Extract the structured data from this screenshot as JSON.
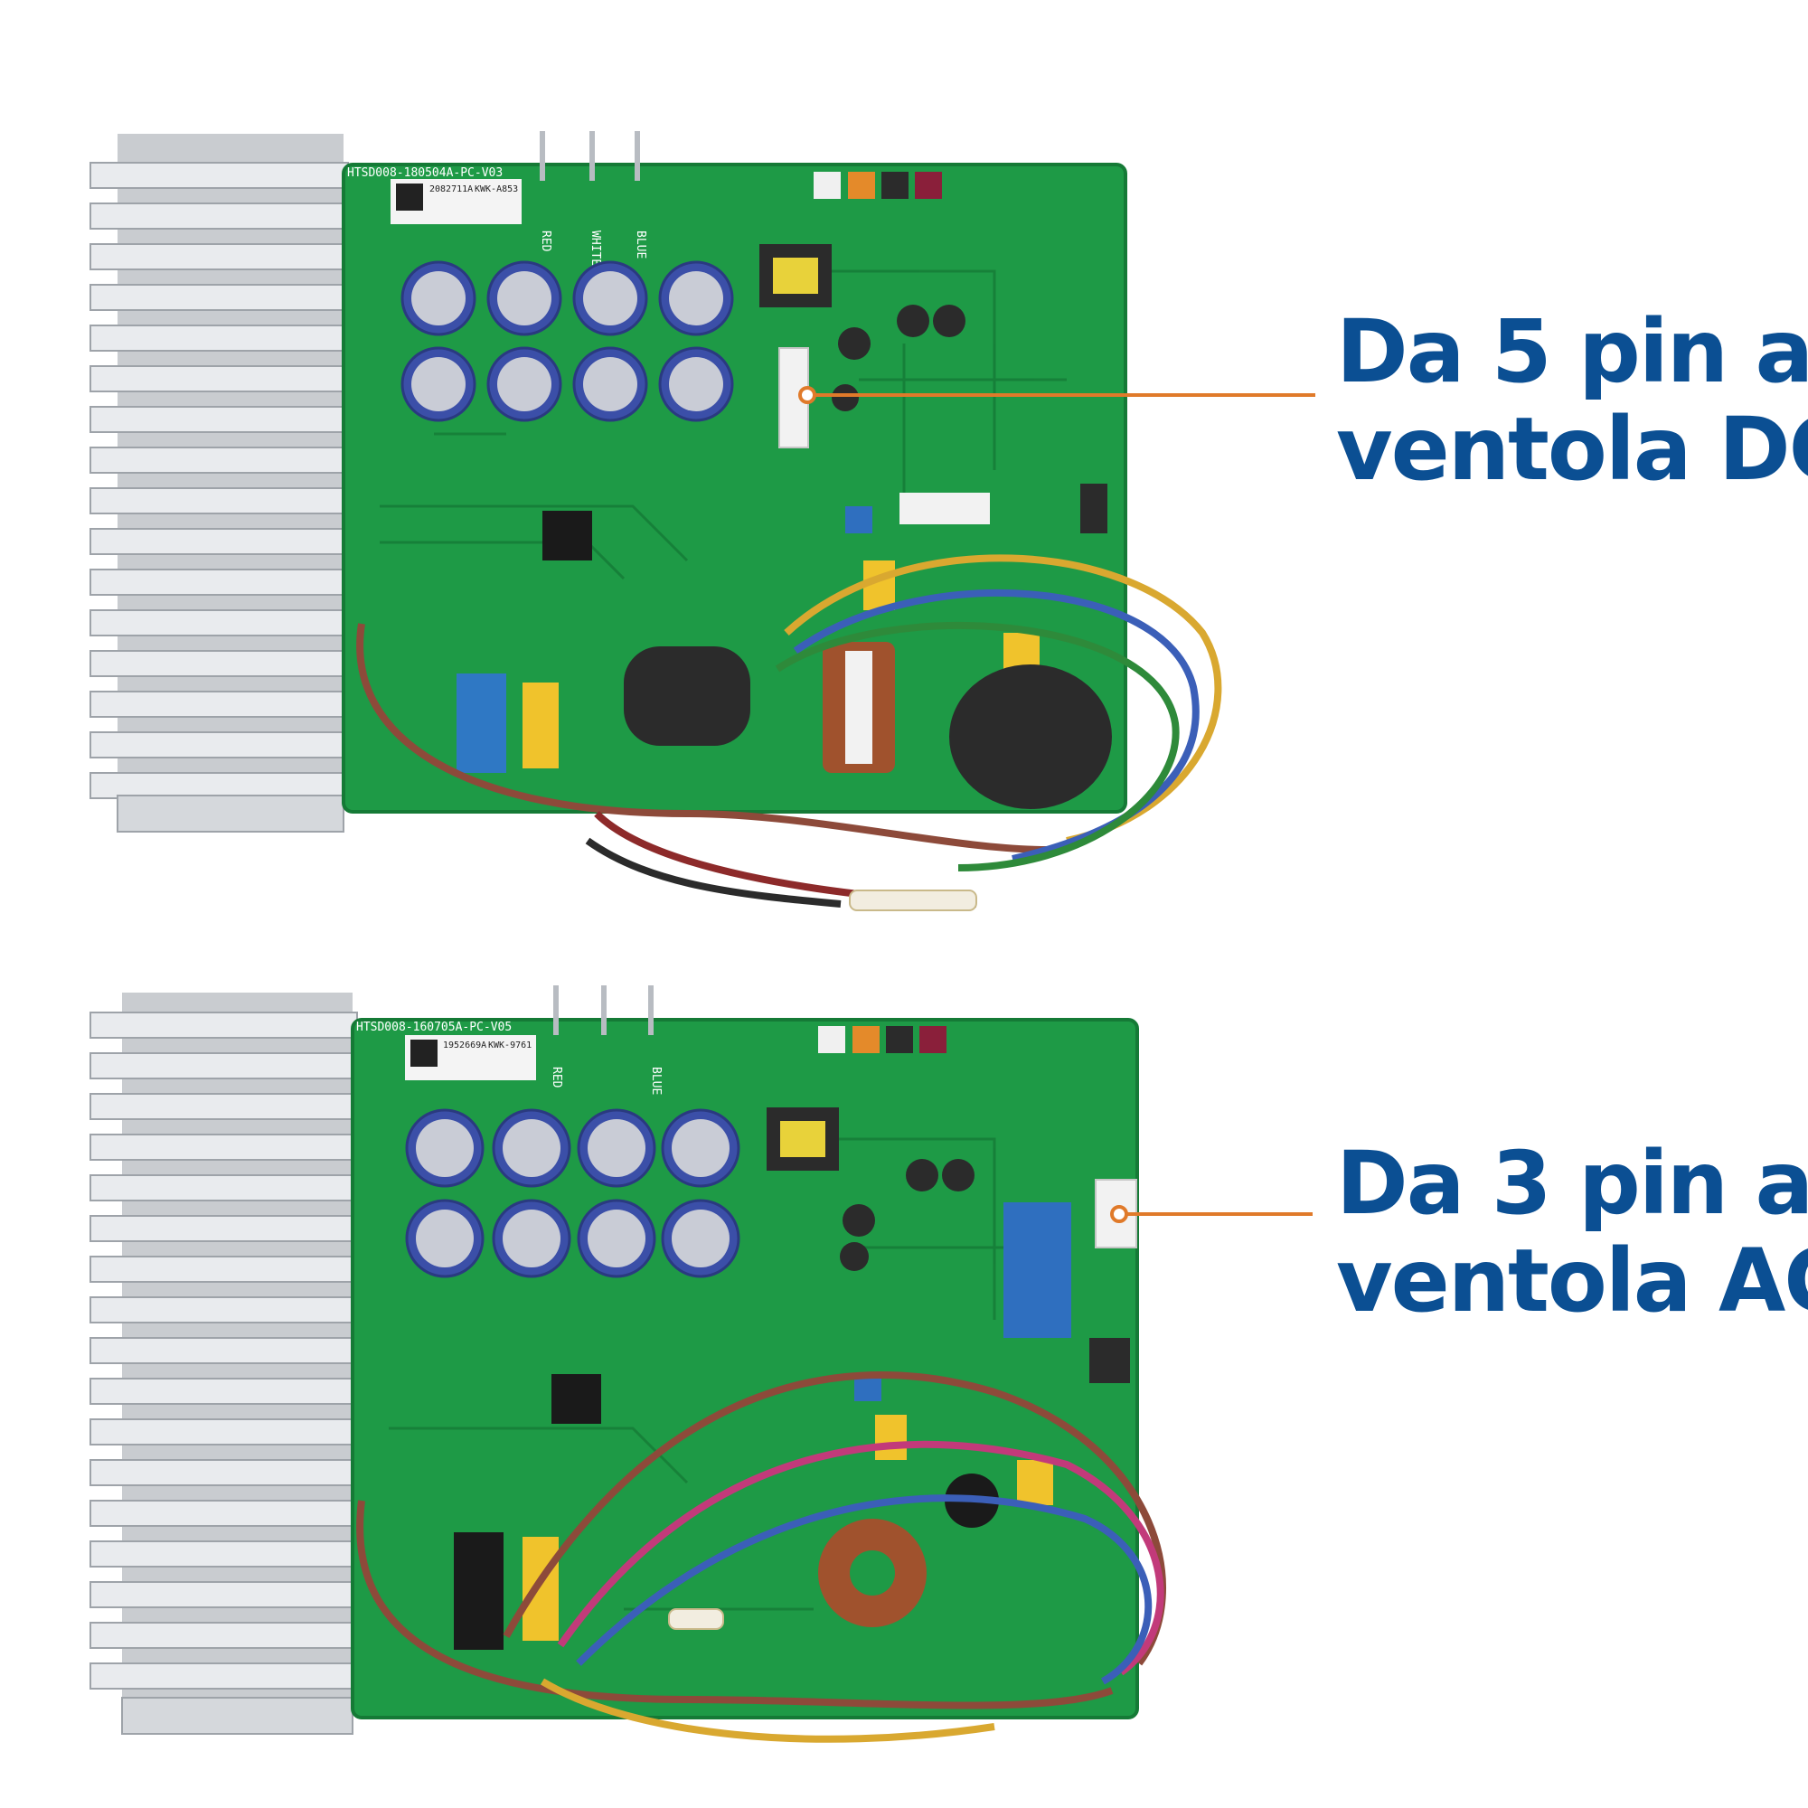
{
  "callouts": {
    "top": {
      "line1": "Da 5 pin a",
      "line2": "ventola DC"
    },
    "bottom": {
      "line1": "Da 3 pin a",
      "line2": "ventola AC"
    }
  },
  "colors": {
    "callout_text": "#0b4f93",
    "leader_line": "#e07a2a",
    "pcb_green": "#1e9a46",
    "heatsink": "#c9ccd0",
    "capacitor": "#3b4fa8"
  },
  "boards": {
    "top": {
      "part_code": "HTSD008-180504A-PC-V03",
      "label_code": "2082711A",
      "model": "KWK-A853",
      "wire_labels": [
        "RED",
        "WHITE",
        "BLUE"
      ]
    },
    "bottom": {
      "part_code": "HTSD008-160705A-PC-V05",
      "label_code": "1952669A",
      "model": "KWK-9761",
      "wire_labels": [
        "RED",
        "BLUE"
      ]
    }
  }
}
